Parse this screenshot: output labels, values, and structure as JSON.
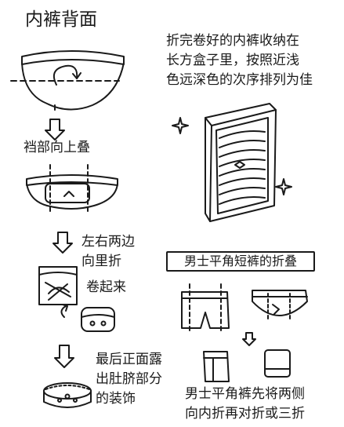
{
  "title": "内裤背面",
  "step_fold_crotch": "裆部向上叠",
  "step_fold_sides": [
    "左右两边",
    "向里折"
  ],
  "step_roll": "卷起来",
  "step_final": [
    "最后正面露",
    "出肚脐部分",
    "的装饰"
  ],
  "storage_tip": [
    "折完卷好的内裤收纳在",
    "长方盒子里，按照近浅",
    "色远深色的次序排列为佳"
  ],
  "boxers_heading": "男士平角短裤的折叠",
  "boxers_tip": [
    "男士平角裤先将两侧",
    "向内折再对折或三折"
  ],
  "icons": [
    "sparkle-icon",
    "down-arrow-icon",
    "hollow-down-arrow-icon"
  ]
}
